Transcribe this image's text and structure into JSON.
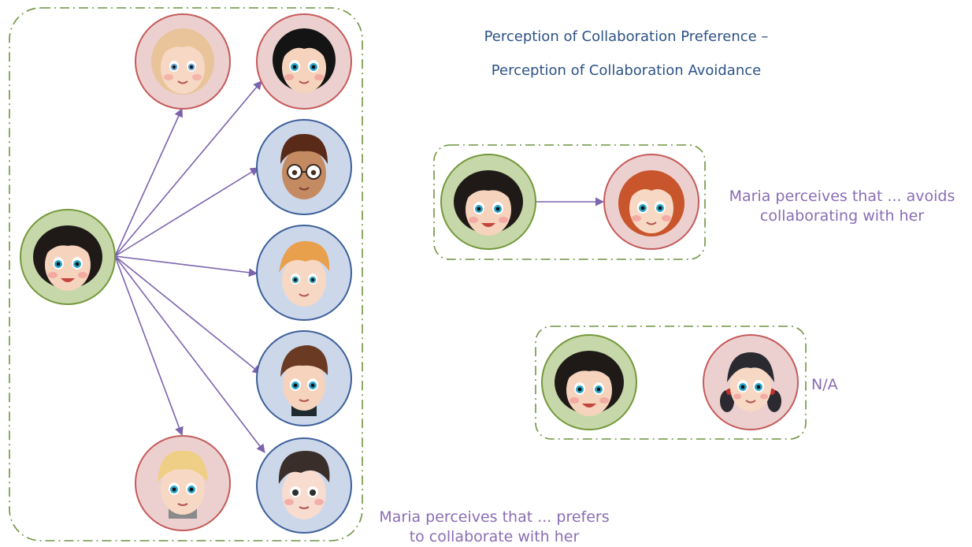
{
  "title_line1": "Perception of Collaboration Preference –",
  "title_line2": "Perception of Collaboration Avoidance",
  "preference_caption": [
    "Maria perceives that ... prefers",
    "to collaborate with her"
  ],
  "avoidance_caption": [
    "Maria perceives that ... avoids",
    "collaborating with her"
  ],
  "none_caption": "N/A",
  "colors": {
    "green_ring": "#74983b",
    "green_fill": "#c6d8a9",
    "red_ring": "#c55a5a",
    "red_fill": "#ecd0d0",
    "blue_ring": "#3d5f9a",
    "blue_fill": "#ccd7ea",
    "arrow": "#7c63ad",
    "dashed_box": "#6f9440",
    "title_text": "#2d5286",
    "caption_text": "#8a6db4"
  }
}
